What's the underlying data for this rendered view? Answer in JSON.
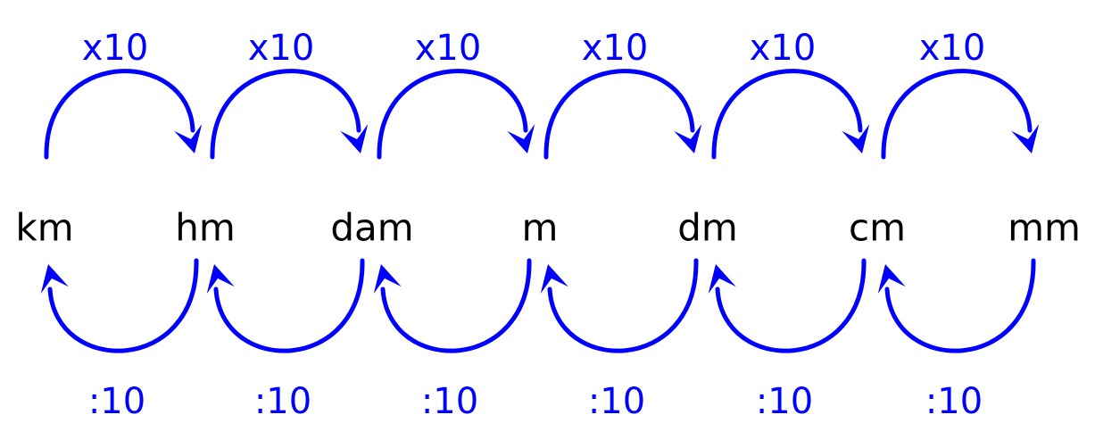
{
  "colors": {
    "arrow": "#0000ff",
    "text": "#000000"
  },
  "units": [
    "km",
    "hm",
    "dam",
    "m",
    "dm",
    "cm",
    "mm"
  ],
  "multiply_label": "x10",
  "divide_label": ":10",
  "top_arrows": [
    {
      "from": "km",
      "to": "hm",
      "label": "x10"
    },
    {
      "from": "hm",
      "to": "dam",
      "label": "x10"
    },
    {
      "from": "dam",
      "to": "m",
      "label": "x10"
    },
    {
      "from": "m",
      "to": "dm",
      "label": "x10"
    },
    {
      "from": "dm",
      "to": "cm",
      "label": "x10"
    },
    {
      "from": "cm",
      "to": "mm",
      "label": "x10"
    }
  ],
  "bottom_arrows": [
    {
      "from": "hm",
      "to": "km",
      "label": ":10"
    },
    {
      "from": "dam",
      "to": "hm",
      "label": ":10"
    },
    {
      "from": "m",
      "to": "dam",
      "label": ":10"
    },
    {
      "from": "dm",
      "to": "m",
      "label": ":10"
    },
    {
      "from": "cm",
      "to": "dm",
      "label": ":10"
    },
    {
      "from": "mm",
      "to": "cm",
      "label": ":10"
    }
  ]
}
